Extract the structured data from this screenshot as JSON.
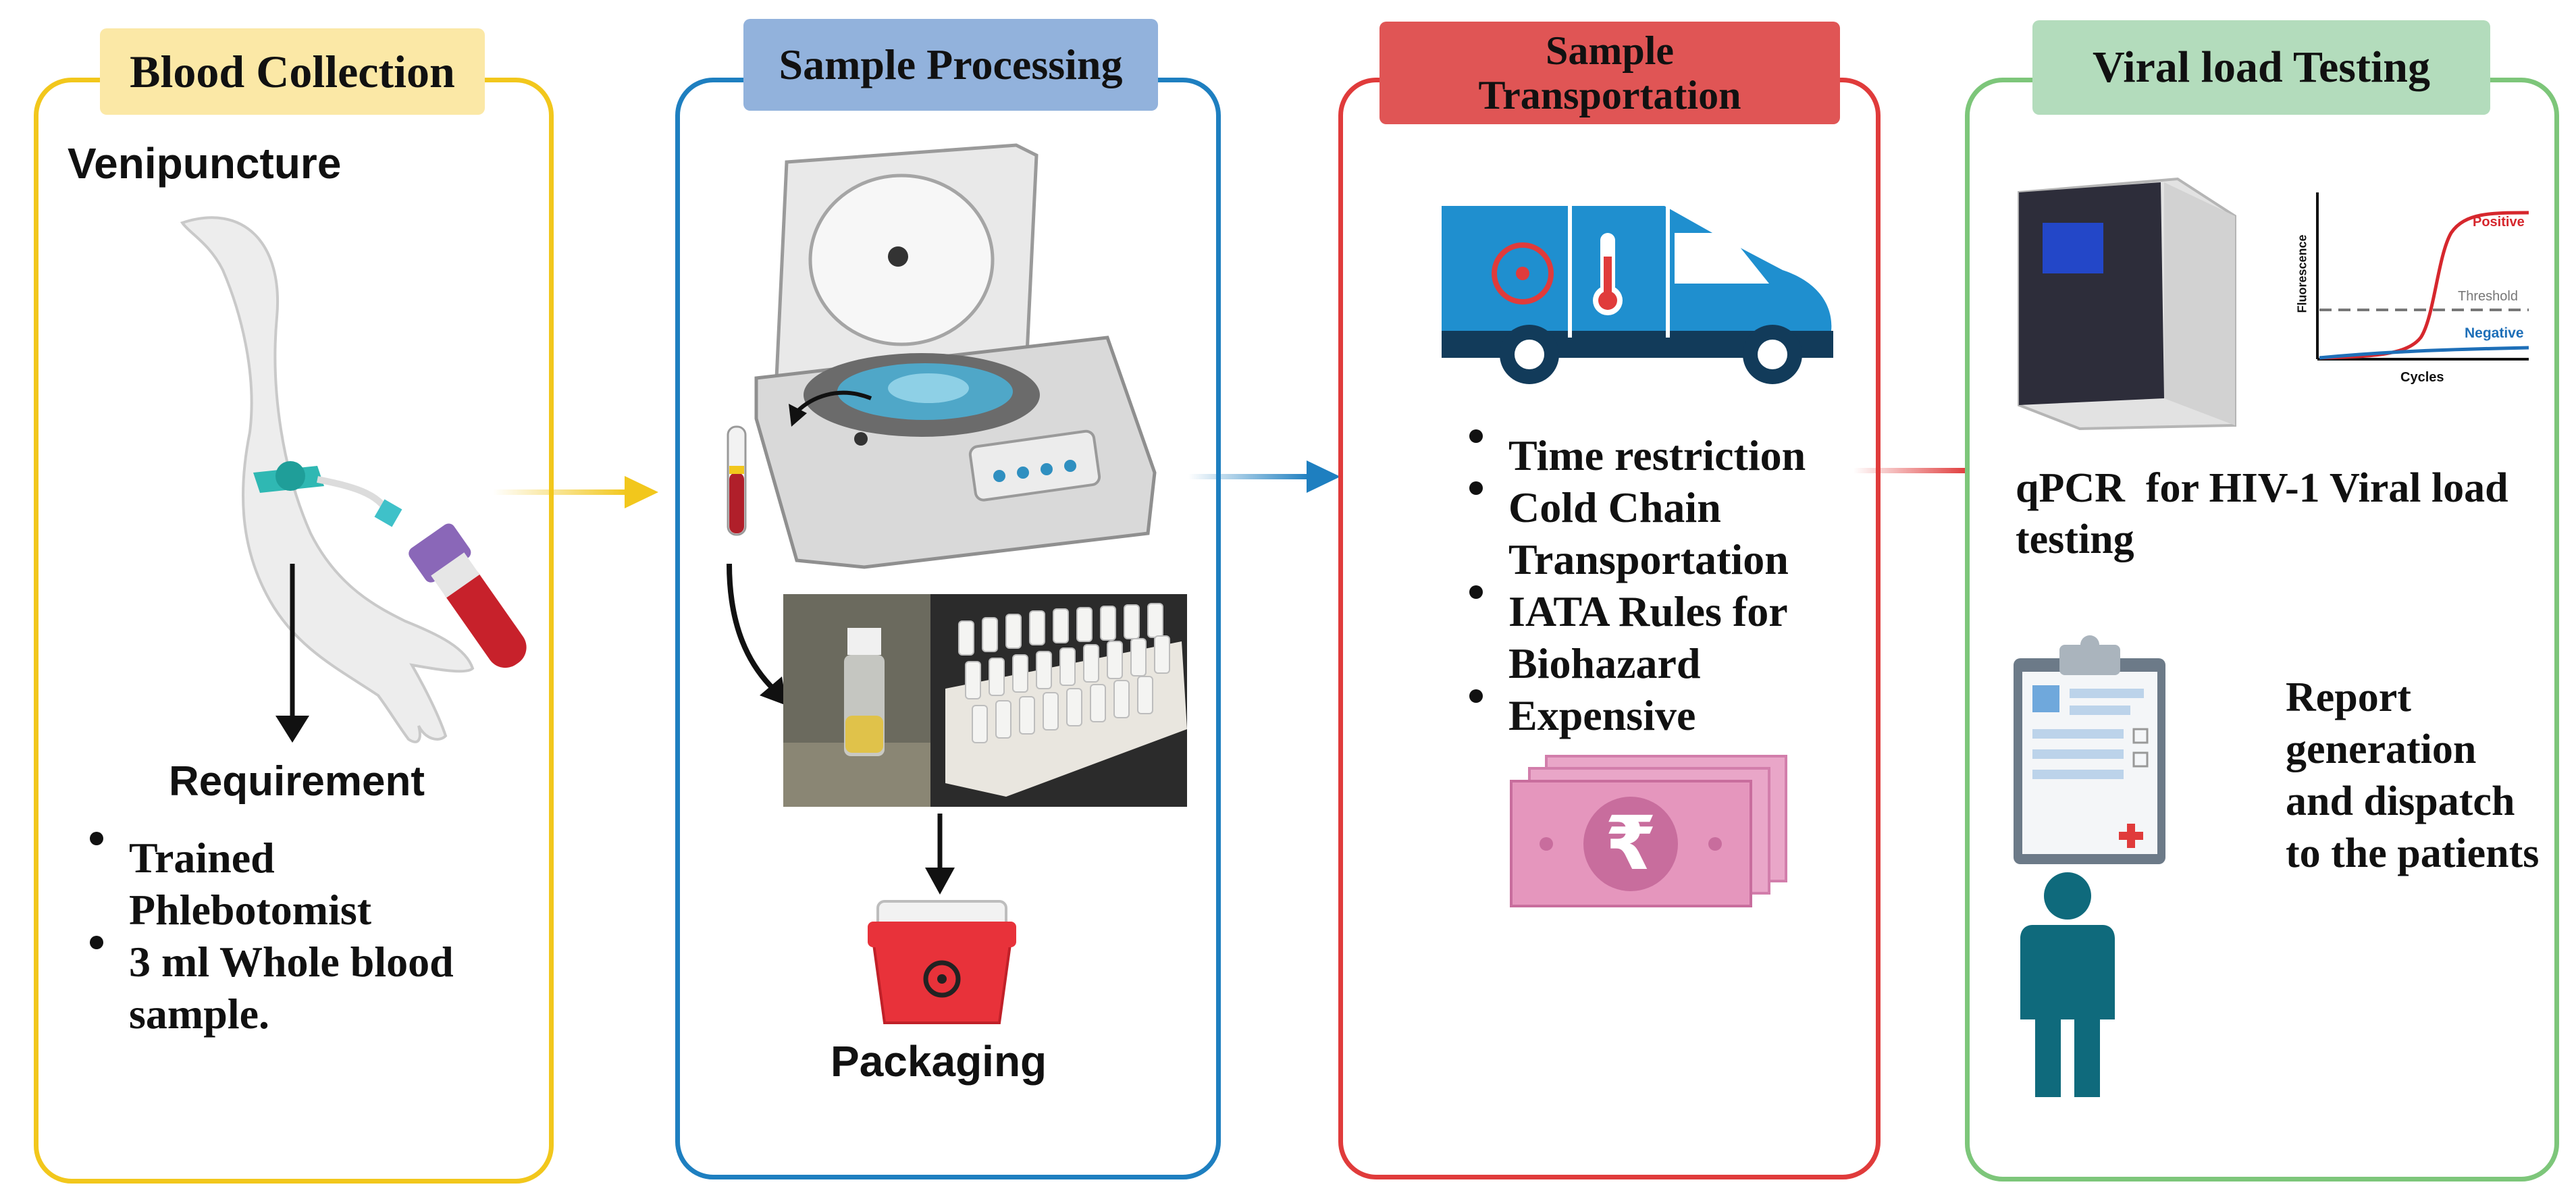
{
  "colors": {
    "blood_collection": "#f2c71c",
    "sample_processing": "#1e7fc0",
    "sample_transportation": "#e03b3b",
    "viral_load_testing": "#7dc67a"
  },
  "panels": {
    "blood_collection": {
      "title": "Blood Collection",
      "venipuncture_label": "Venipuncture",
      "requirement_label": "Requirement",
      "bullets": [
        "Trained Phlebotomist",
        "3 ml Whole blood sample."
      ]
    },
    "sample_processing": {
      "title": "Sample Processing",
      "packaging_label": "Packaging"
    },
    "sample_transportation": {
      "title_line1": "Sample",
      "title_line2": "Transportation",
      "bullets": [
        "Time restriction",
        "Cold Chain Transportation",
        "IATA Rules for Biohazard",
        "Expensive"
      ],
      "currency_symbol": "₹"
    },
    "viral_load_testing": {
      "title": "Viral load Testing",
      "qpcr_text": "qPCR  for HIV-1 Viral load testing",
      "report_text": "Report generation and dispatch to the patients",
      "plot": {
        "y_label": "Fluorescence",
        "x_label": "Cycles",
        "positive_label": "Positive",
        "threshold_label": "Threshold",
        "negative_label": "Negative"
      }
    }
  }
}
